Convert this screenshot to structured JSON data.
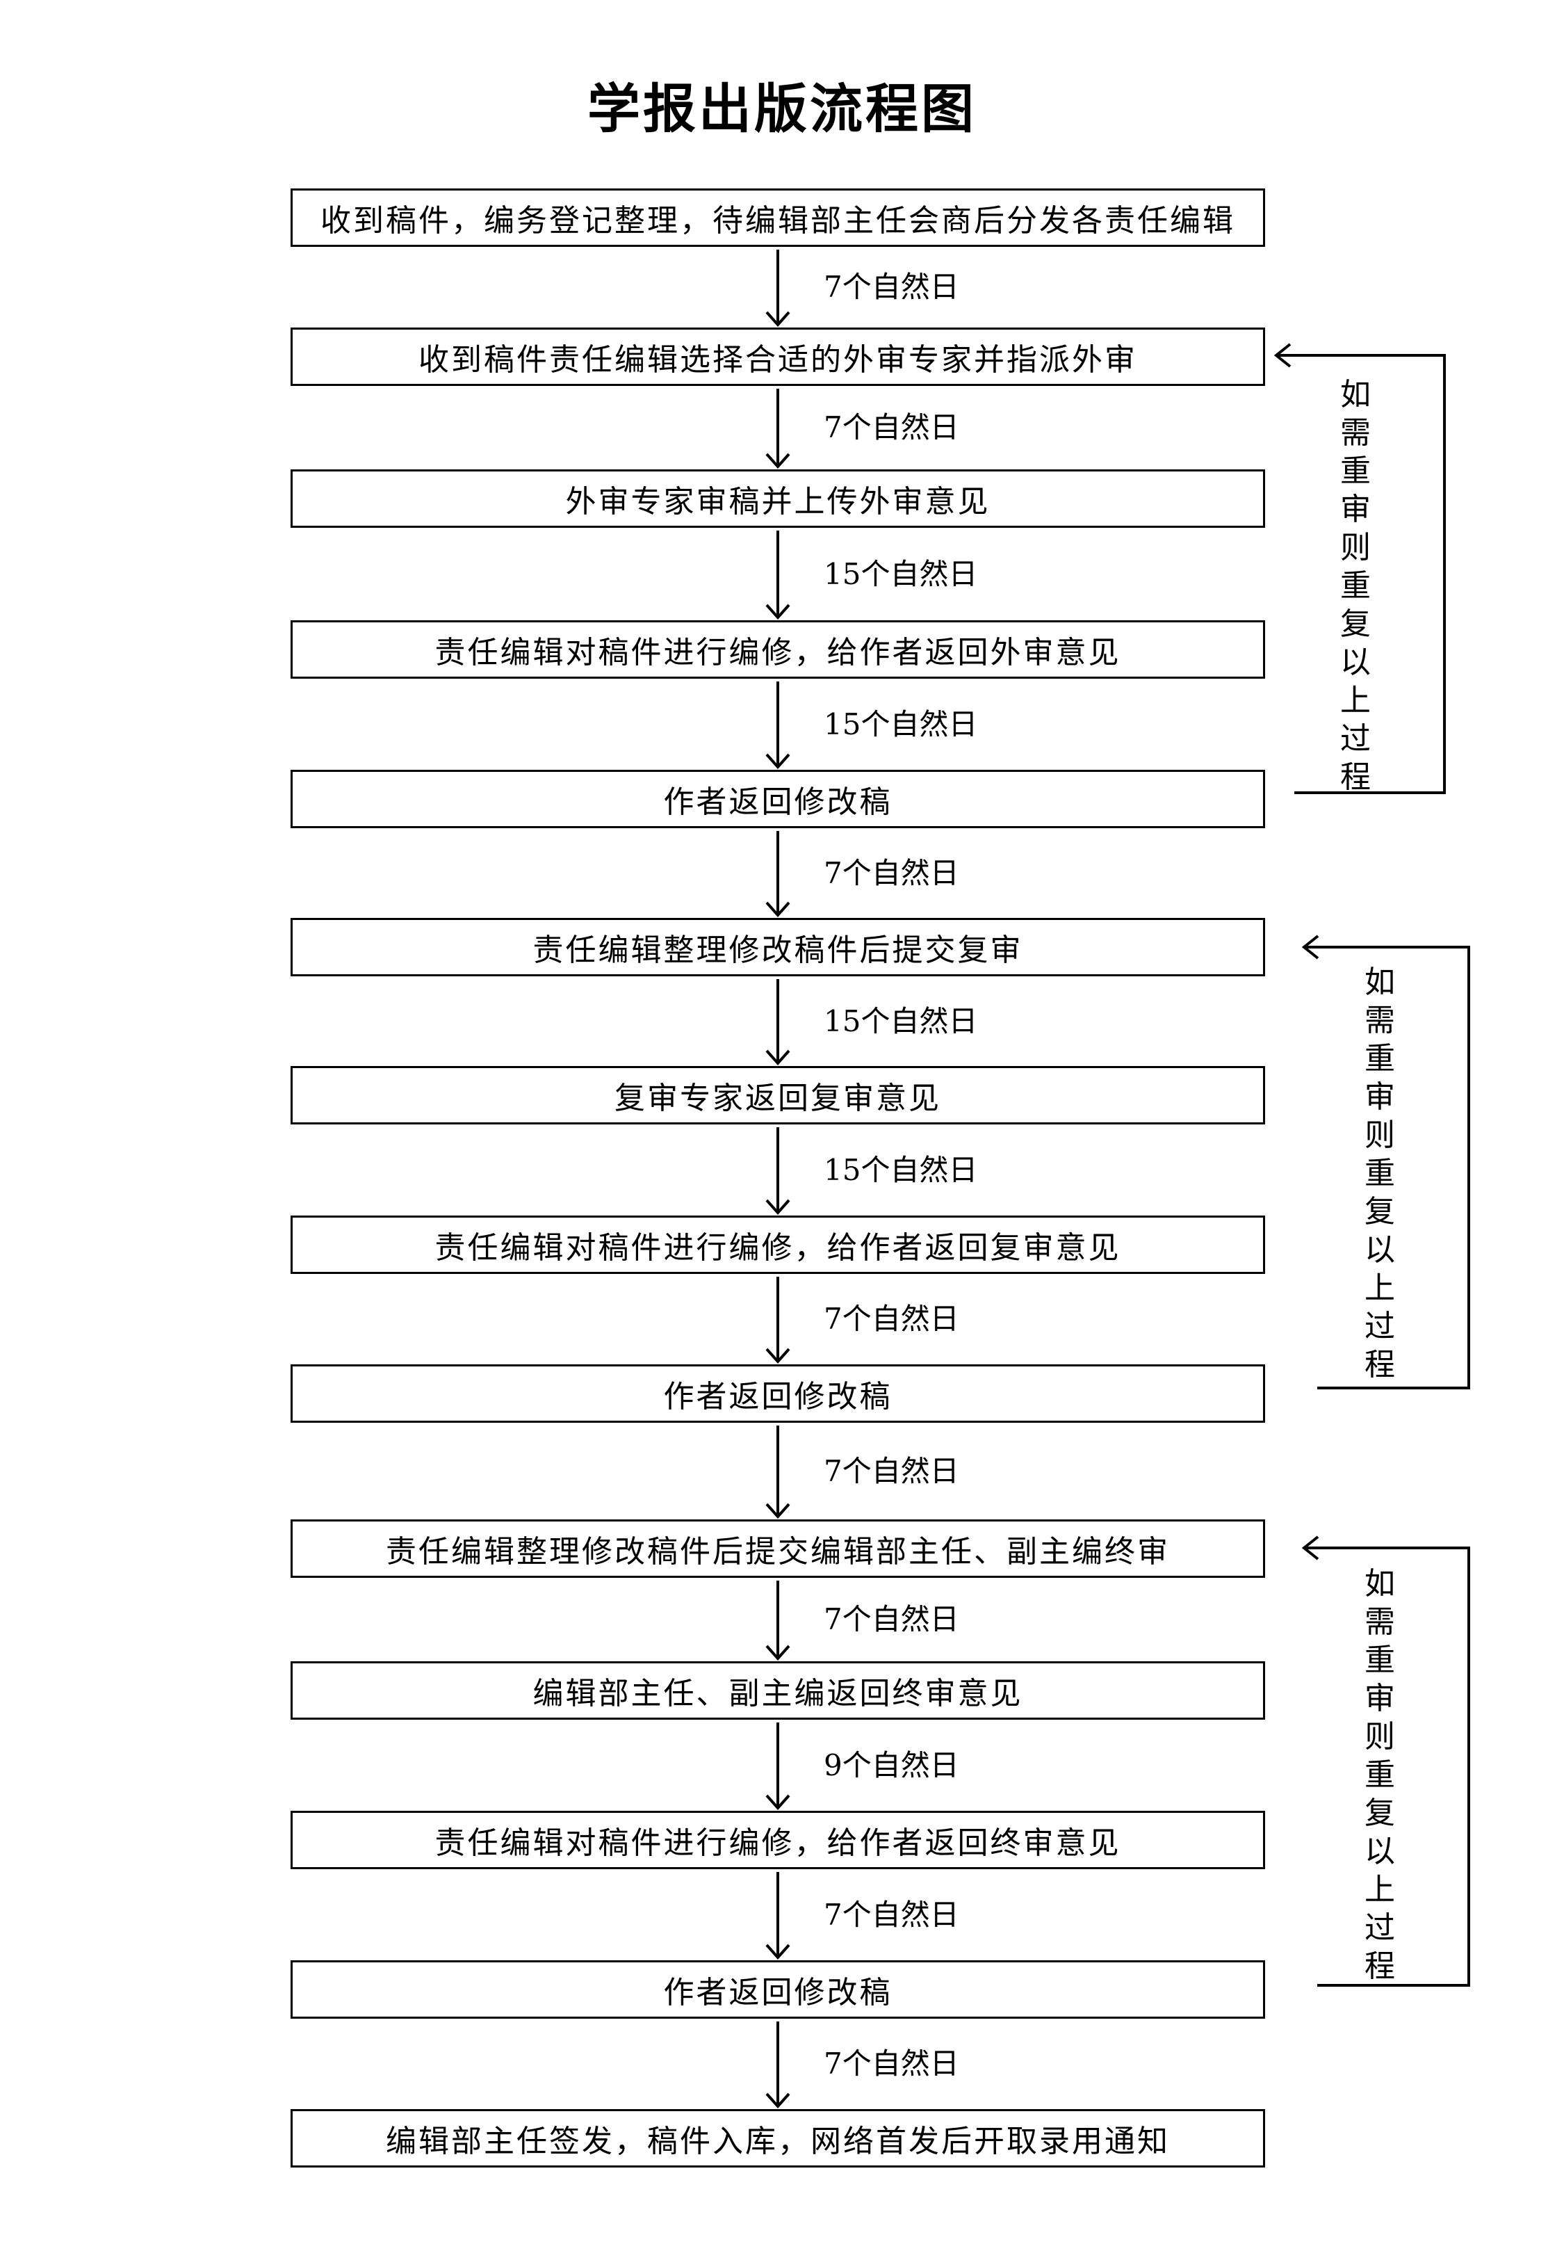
{
  "title": "学报出版流程图",
  "steps": [
    "收到稿件，编务登记整理，待编辑部主任会商后分发各责任编辑",
    "收到稿件责任编辑选择合适的外审专家并指派外审",
    "外审专家审稿并上传外审意见",
    "责任编辑对稿件进行编修，给作者返回外审意见",
    "作者返回修改稿",
    "责任编辑整理修改稿件后提交复审",
    "复审专家返回复审意见",
    "责任编辑对稿件进行编修，给作者返回复审意见",
    "作者返回修改稿",
    "责任编辑整理修改稿件后提交编辑部主任、副主编终审",
    "编辑部主任、副主编返回终审意见",
    "责任编辑对稿件进行编修，给作者返回终审意见",
    "作者返回修改稿",
    "编辑部主任签发，稿件入库，网络首发后开取录用通知"
  ],
  "intervals": [
    "7个自然日",
    "7个自然日",
    "15个自然日",
    "15个自然日",
    "7个自然日",
    "15个自然日",
    "15个自然日",
    "7个自然日",
    "7个自然日",
    "7个自然日",
    "9个自然日",
    "7个自然日",
    "7个自然日"
  ],
  "loops": [
    {
      "label": "如需重审则重复以上过程"
    },
    {
      "label": "如需重审则重复以上过程"
    },
    {
      "label": "如需重审则重复以上过程"
    }
  ]
}
